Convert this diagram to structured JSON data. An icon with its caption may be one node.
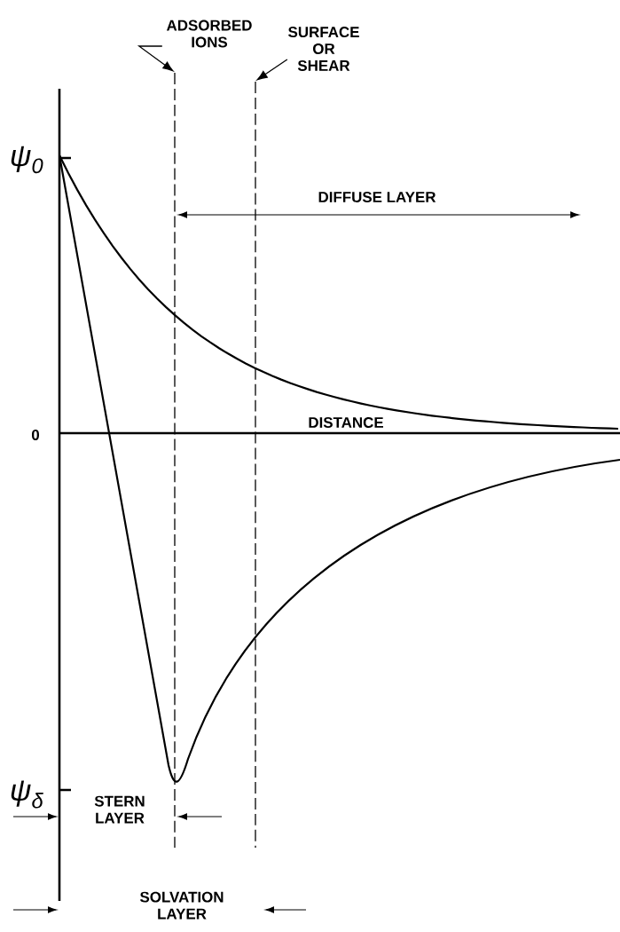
{
  "diagram": {
    "nodes": [
      {
        "text": [
          "ADSORBED IONS"
        ]
      },
      {
        "text": [
          "SURFACE OR SHEAR"
        ]
      },
      {
        "text": [],
        "shape": "line"
      },
      {
        "text": [],
        "shape": "line"
      }
    ],
    "edges": [
      {
        "from": 0,
        "to": 2,
        "arrow": "to"
      },
      {
        "from": 1,
        "to": 3,
        "arrow": "to"
      }
    ],
    "labels": [
      "ψ$_{0}$",
      "DIFFUSE LAYER",
      "0",
      "DISTANCE",
      "ψ$_{δ}$",
      "STERN LAYER",
      "SOLVATION LAYER"
    ]
  }
}
